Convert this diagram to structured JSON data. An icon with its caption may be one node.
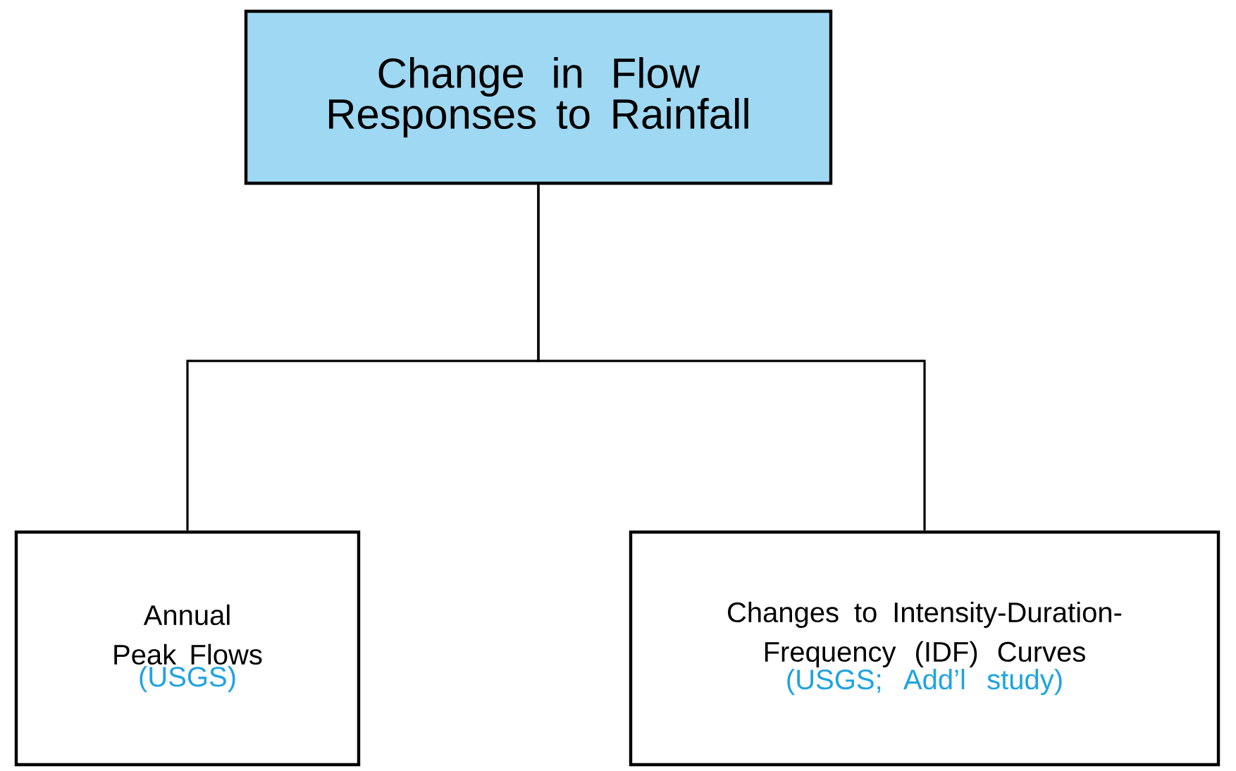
{
  "diagram": {
    "nodes": [
      {
        "text": [
          "Change in Flow Responses to Rainfall"
        ]
      },
      {
        "text": [
          "Annual Peak Flows",
          "(USGS)"
        ]
      },
      {
        "text": [
          "Changes to Intensity-Duration-Frequency (IDF) Curves",
          "(USGS; Add’l study)"
        ]
      }
    ],
    "edges": [
      {
        "from": 0,
        "to": 1,
        "arrow": "none"
      },
      {
        "from": 0,
        "to": 2,
        "arrow": "none"
      }
    ]
  }
}
